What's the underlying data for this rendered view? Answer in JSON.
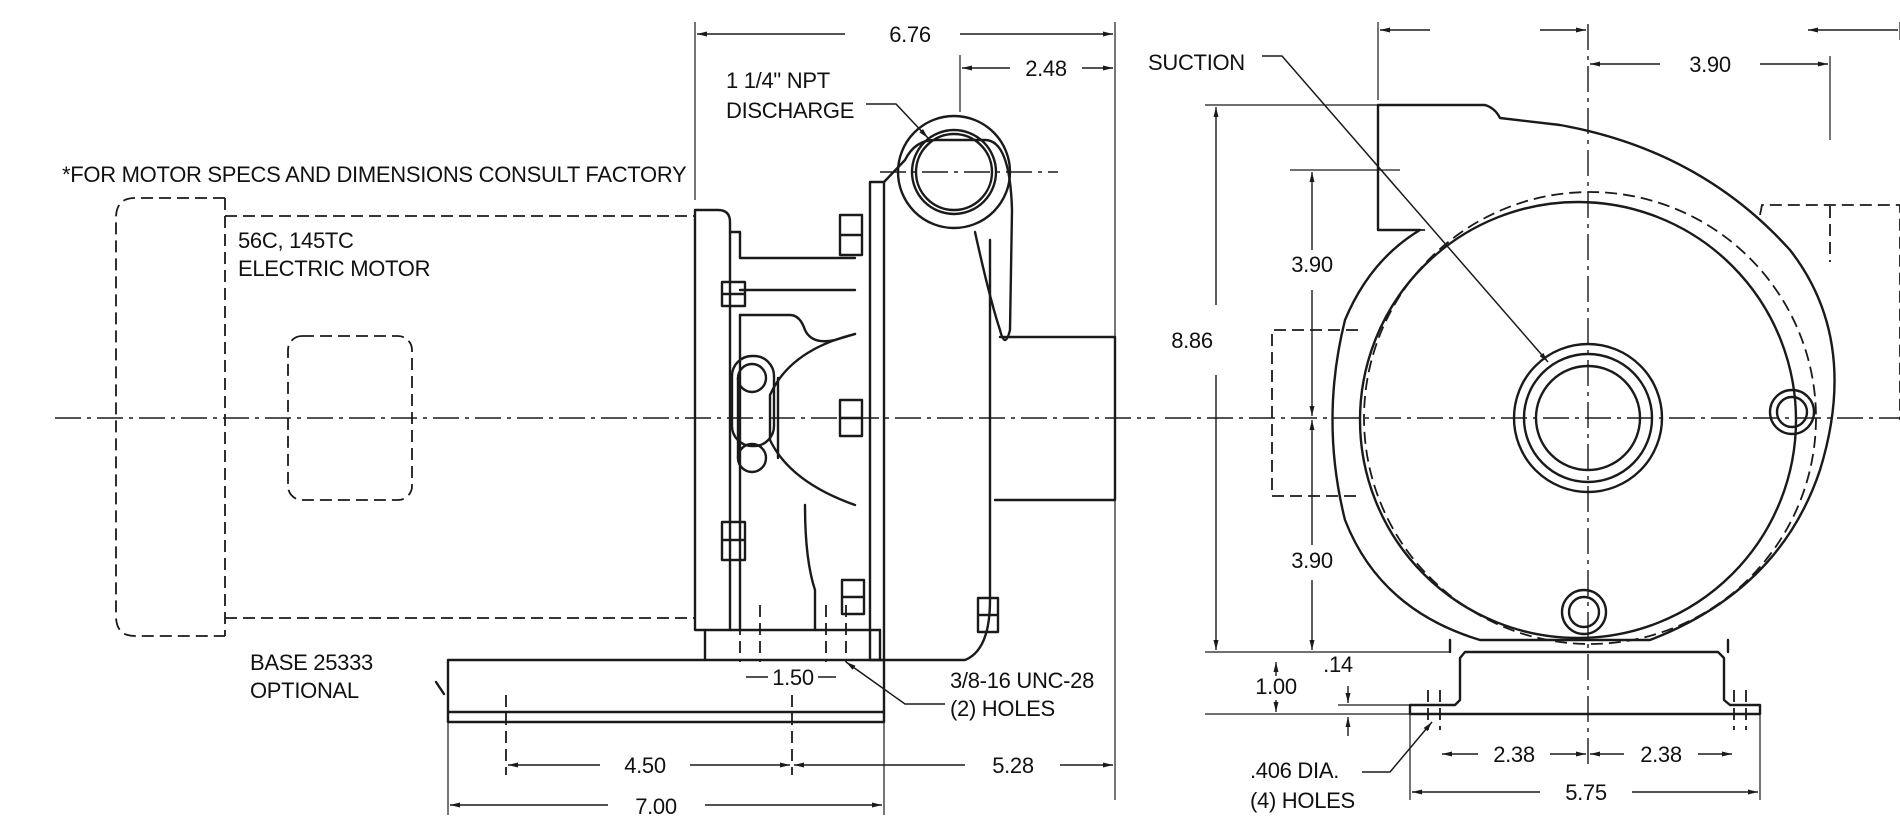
{
  "notes": {
    "motor_specs": "*FOR MOTOR SPECS AND DIMENSIONS CONSULT FACTORY",
    "motor_type_line1": "56C, 145TC",
    "motor_type_line2": "ELECTRIC MOTOR",
    "discharge_line1": "1 1/4\" NPT",
    "discharge_line2": "DISCHARGE",
    "suction": "SUCTION",
    "base_line1": "BASE 25333",
    "base_line2": "OPTIONAL",
    "tapped_holes_line1": "3/8-16 UNC-28",
    "tapped_holes_line2": "(2) HOLES",
    "mount_holes_line1": ".406 DIA.",
    "mount_holes_line2": "(4) HOLES"
  },
  "dimensions": {
    "overall_length": "6.76",
    "discharge_offset": "2.48",
    "bolt_spacing": "1.50",
    "base_to_center": "4.50",
    "center_to_end": "5.28",
    "base_length": "7.00",
    "half_width": "3.90",
    "overall_height": "8.86",
    "upper_flange": "3.90",
    "lower_flange": "3.90",
    "foot_height": "1.00",
    "foot_thickness": ".14",
    "left_hole_offset": "2.38",
    "right_hole_offset": "2.38",
    "foot_span": "5.75"
  }
}
